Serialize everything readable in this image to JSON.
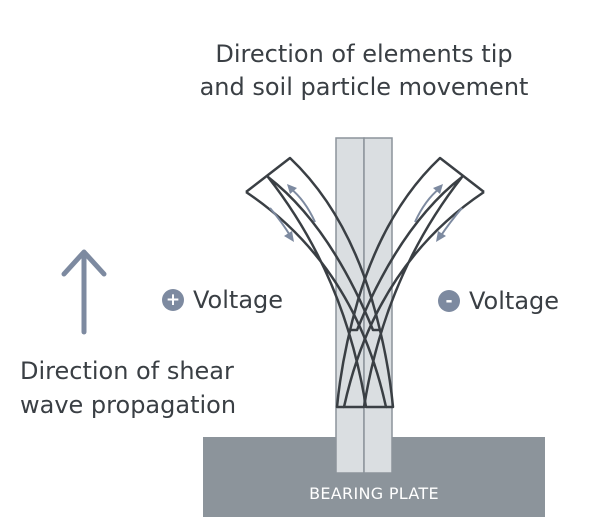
{
  "title": {
    "line1": "Direction of elements tip",
    "line2": "and soil particle movement"
  },
  "wave": {
    "line1": "Direction of shear",
    "line2": "wave propagation"
  },
  "voltage": {
    "positive_sign": "+",
    "positive_label": "Voltage",
    "negative_sign": "-",
    "negative_label": "Voltage"
  },
  "plate": {
    "label": "BEARING PLATE"
  },
  "colors": {
    "outline": "#3a3f44",
    "arrow": "#7d8aa0",
    "plate": "#8c949b",
    "post": "#dadee1"
  }
}
